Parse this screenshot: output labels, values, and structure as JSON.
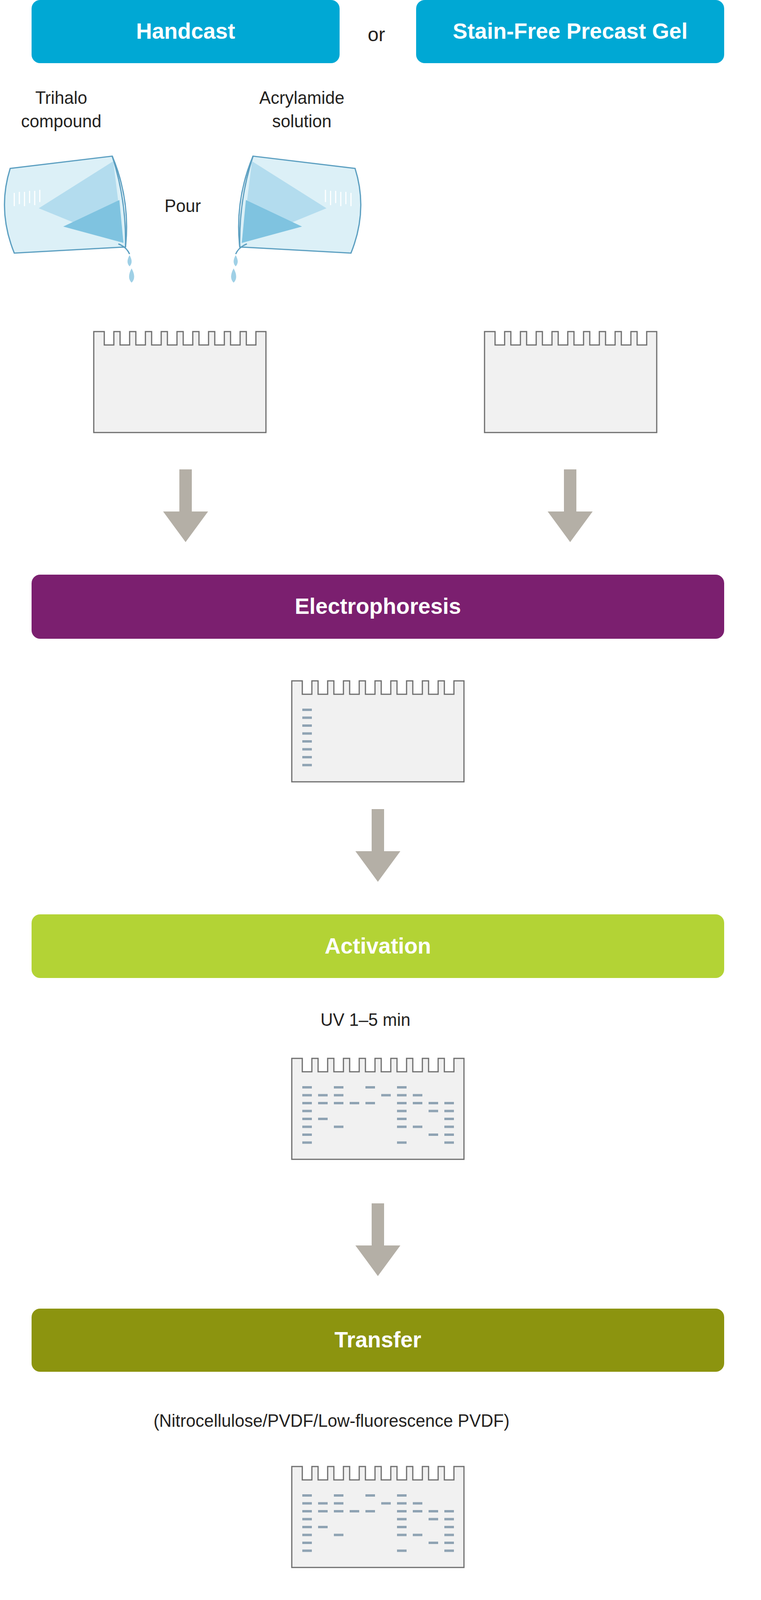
{
  "diagram": {
    "nodes": [
      {
        "text": [
          "Handcast"
        ]
      },
      {
        "text": [
          "Stain-Free Precast Gel"
        ]
      },
      {
        "text": [
          "Electrophoresis"
        ]
      },
      {
        "text": [
          "Activation"
        ]
      },
      {
        "text": [
          "Transfer"
        ]
      }
    ],
    "edges": [
      {
        "from": 0,
        "to": 2,
        "arrow": "to"
      },
      {
        "from": 1,
        "to": 2,
        "arrow": "to"
      },
      {
        "from": 2,
        "to": 3,
        "arrow": "to"
      },
      {
        "from": 3,
        "to": 4,
        "arrow": "to"
      }
    ],
    "labels": [
      "or",
      "Trihalo compound",
      "Acrylamide solution",
      "Pour",
      "UV 1–5 min",
      "(Nitrocellulose/PVDF/Low-fluorescence PVDF)"
    ]
  }
}
